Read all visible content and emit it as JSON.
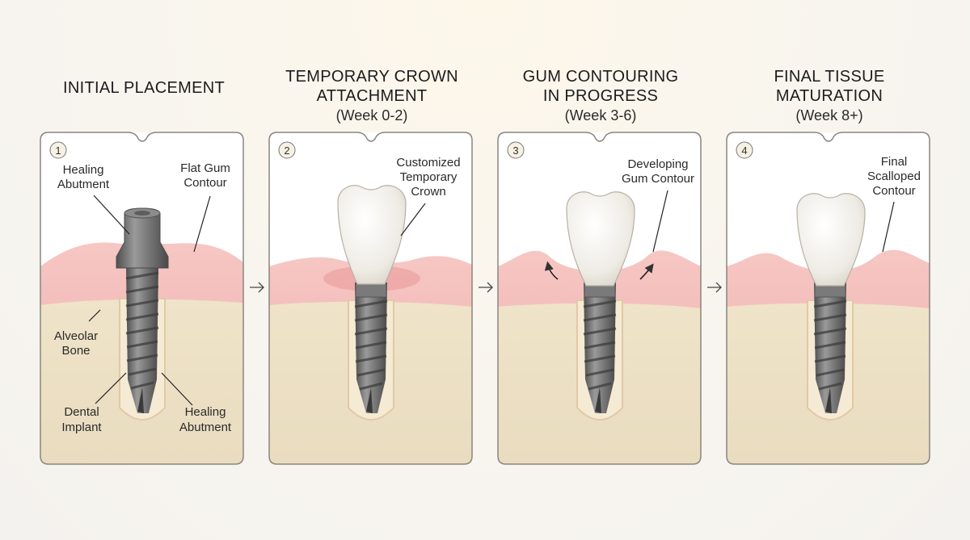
{
  "panels": [
    {
      "number": "1",
      "title_lines": [
        "INITIAL PLACEMENT"
      ],
      "subtitle": "",
      "labels": {
        "top_left": [
          "Healing",
          "Abutment"
        ],
        "top_right": [
          "Flat Gum",
          "Contour"
        ],
        "mid_left": [
          "Alveolar",
          "Bone"
        ],
        "bottom_left": [
          "Dental",
          "Implant"
        ],
        "bottom_right": [
          "Healing",
          "Abutment"
        ]
      }
    },
    {
      "number": "2",
      "title_lines": [
        "TEMPORARY CROWN",
        "ATTACHMENT"
      ],
      "subtitle": "(Week 0-2)",
      "labels": {
        "top_right": [
          "Customized",
          "Temporary",
          "Crown"
        ]
      }
    },
    {
      "number": "3",
      "title_lines": [
        "GUM CONTOURING",
        "IN PROGRESS"
      ],
      "subtitle": "(Week 3-6)",
      "labels": {
        "top_right": [
          "Developing",
          "Gum Contour"
        ]
      }
    },
    {
      "number": "4",
      "title_lines": [
        "FINAL TISSUE",
        "MATURATION"
      ],
      "subtitle": "(Week 8+)",
      "labels": {
        "top_right": [
          "Final",
          "Scalloped",
          "Contour"
        ]
      }
    }
  ],
  "colors": {
    "panel_border": "#8a8580",
    "panel_bg": "#ffffff",
    "gum": "#f2b8b5",
    "gum_edge": "#e59a98",
    "bone": "#eee2c8",
    "implant": "#6e6e6e",
    "crown": "#f3f1ec"
  }
}
